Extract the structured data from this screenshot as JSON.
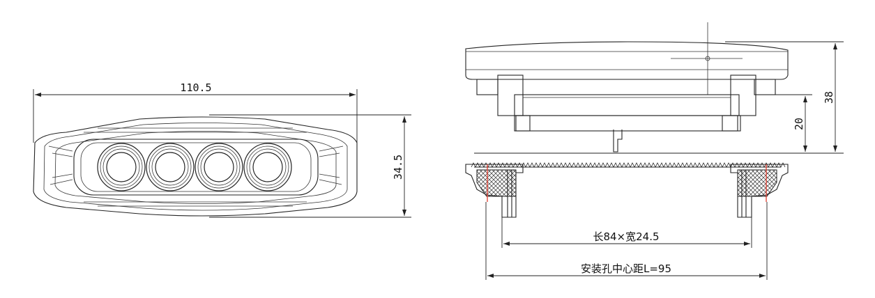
{
  "dimensions": {
    "length": "110.5",
    "height_front": "34.5",
    "total_height": "38",
    "body_height": "20",
    "cutout": "长84×宽24.5",
    "hole_spacing": "安装孔中心距L=95"
  },
  "lens_count": 4,
  "colors": {
    "line": "#222222",
    "section_mark": "#e23b2e",
    "hatch": "#333333"
  }
}
